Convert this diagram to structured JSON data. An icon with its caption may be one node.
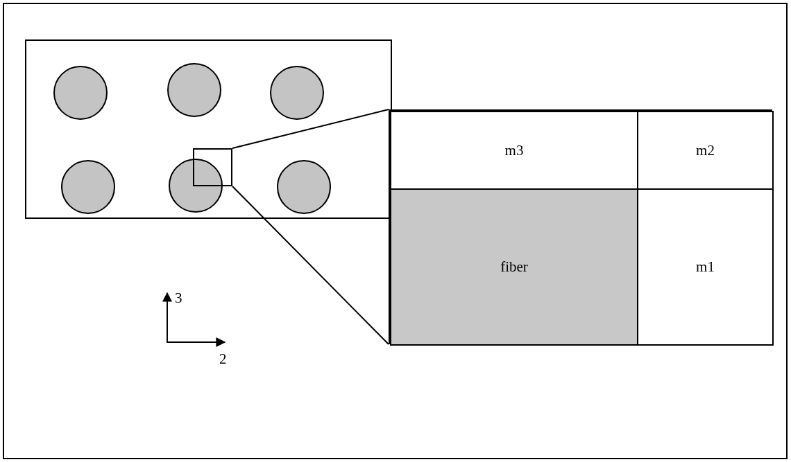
{
  "diagram": {
    "nodes": [
      {
        "text": [],
        "shape": "box"
      },
      {
        "text": [],
        "shape": "box"
      },
      {
        "text": [
          "m3"
        ],
        "in": 1
      },
      {
        "text": [
          "m2"
        ],
        "in": 1
      },
      {
        "text": [
          "fiber"
        ],
        "in": 1
      },
      {
        "text": [
          "m1"
        ],
        "in": 1
      }
    ],
    "edges": [
      {
        "from": 0,
        "to": 1,
        "arrow": "none"
      },
      {
        "from": 0,
        "to": 1,
        "arrow": "none"
      }
    ],
    "labels": [
      "3",
      "2"
    ]
  }
}
